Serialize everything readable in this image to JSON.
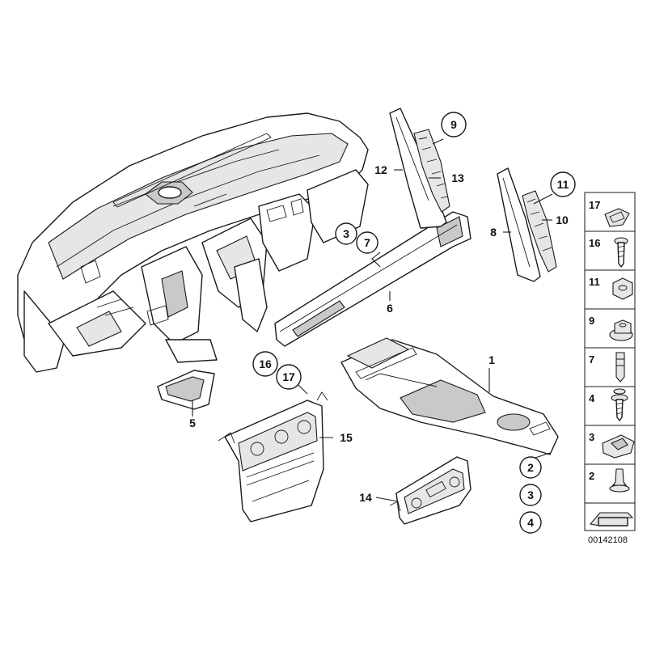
{
  "diagram": {
    "part_labels": {
      "p1": "1",
      "p2": "2",
      "p3": "3",
      "p4": "4",
      "p5": "5",
      "p6": "6",
      "p3b": "3",
      "p7": "7",
      "p8": "8",
      "p9": "9",
      "p10": "10",
      "p11": "11",
      "p12": "12",
      "p13": "13",
      "p14": "14",
      "p15": "15",
      "p16": "16",
      "p17": "17"
    },
    "side_panel": [
      "17",
      "16",
      "11",
      "9",
      "7",
      "4",
      "3",
      "2"
    ],
    "reference_number": "00142108"
  }
}
